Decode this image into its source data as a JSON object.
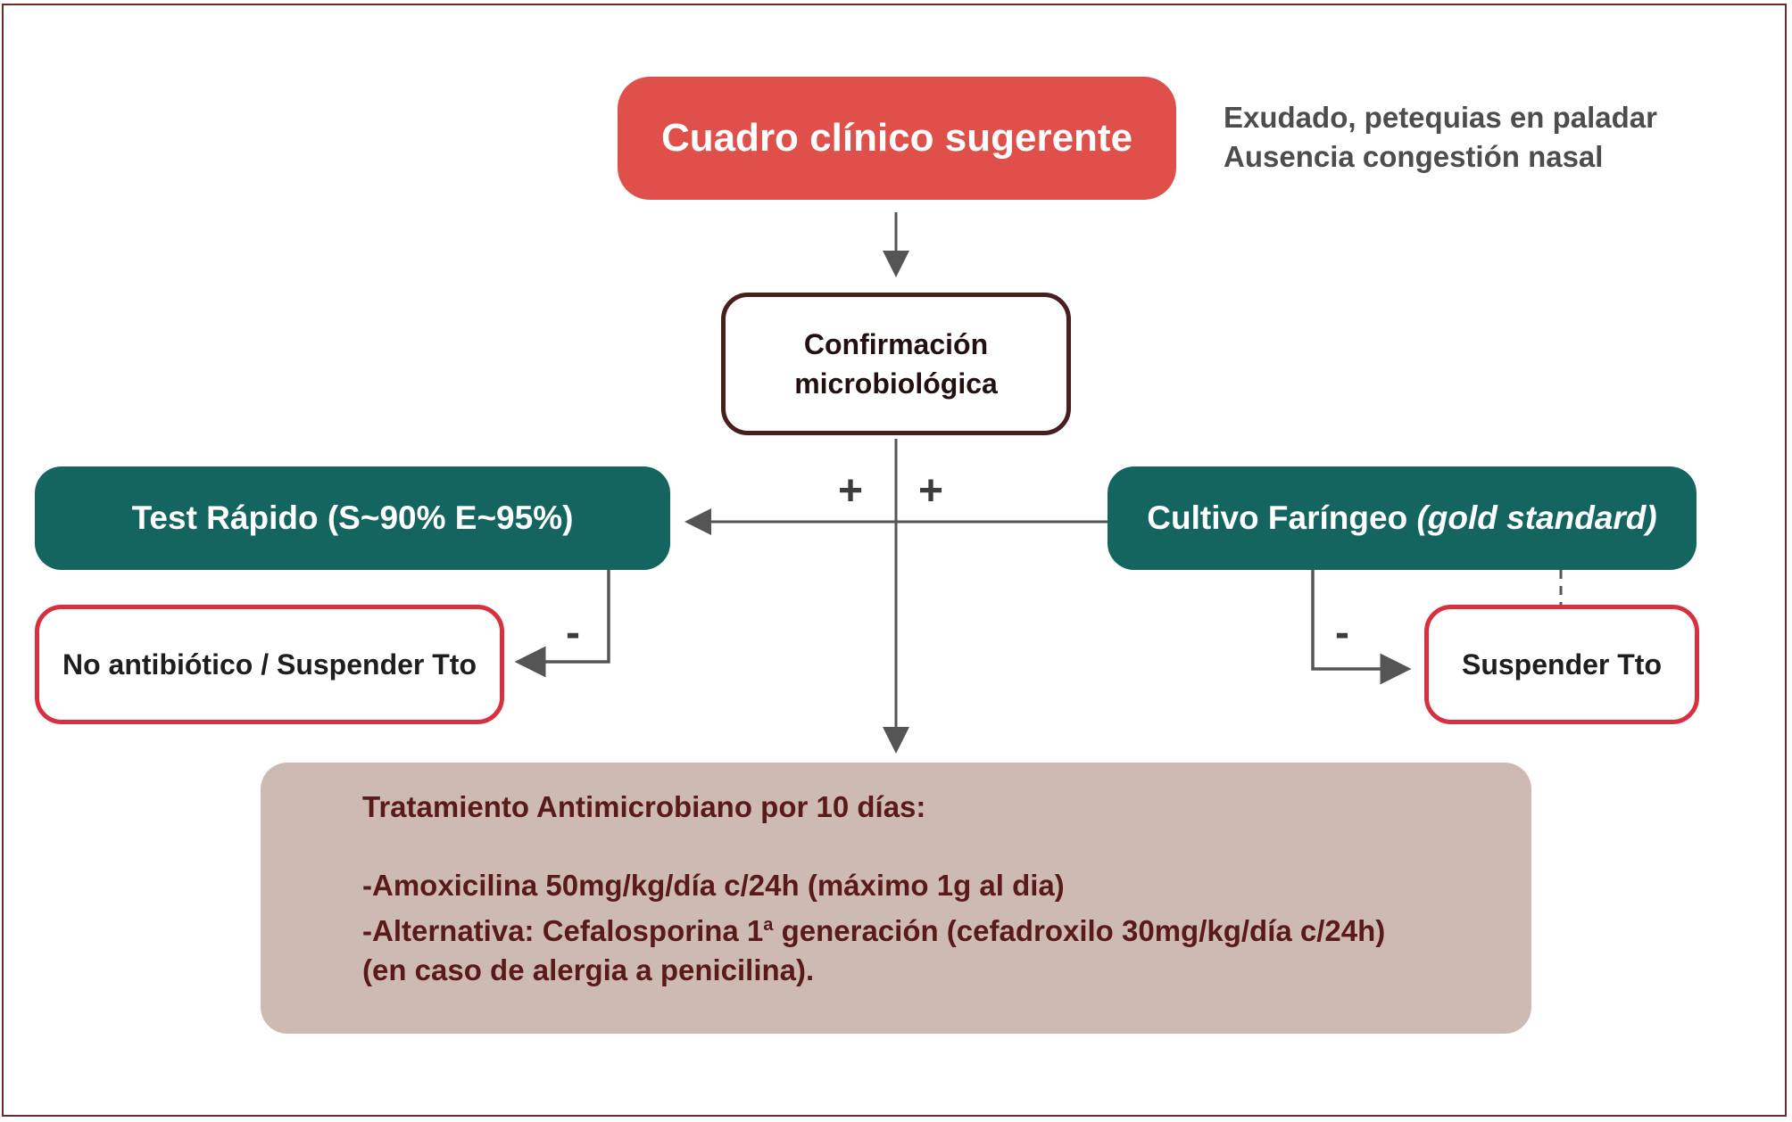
{
  "nodes": {
    "clinical": "Cuadro clínico sugerente",
    "confirmation_line1": "Confirmación",
    "confirmation_line2": "microbiológica",
    "rapid_test": "Test Rápido (S~90% E~95%)",
    "culture_prefix": "Cultivo Faríngeo",
    "culture_suffix": "(gold standard)",
    "no_antibiotic": "No antibiótico / Suspender Tto",
    "stop_treatment": "Suspender Tto"
  },
  "notes": {
    "line1": "Exudado, petequias en paladar",
    "line2": "Ausencia congestión nasal"
  },
  "signs": {
    "plus_left": "+",
    "plus_right": "+",
    "minus_left": "-",
    "minus_right": "-"
  },
  "treatment": {
    "title": "Tratamiento Antimicrobiano por 10 días:",
    "line1": "-Amoxicilina 50mg/kg/día c/24h (máximo 1g al dia)",
    "line2_pre": "-Alternativa: Cefalosporina 1",
    "line2_sup": "a",
    "line2_post": " generación (cefadroxilo 30mg/kg/día c/24h)",
    "line3": "(en caso de alergia a penicilina)."
  },
  "colors": {
    "clinical_fill": "#e0504a",
    "teal_fill": "#146460",
    "outline_red": "#d7313f",
    "confirm_border": "#4a1e1e",
    "treatment_fill": "#cdbab3",
    "treatment_text": "#5b1a1a",
    "connector": "#555555"
  }
}
